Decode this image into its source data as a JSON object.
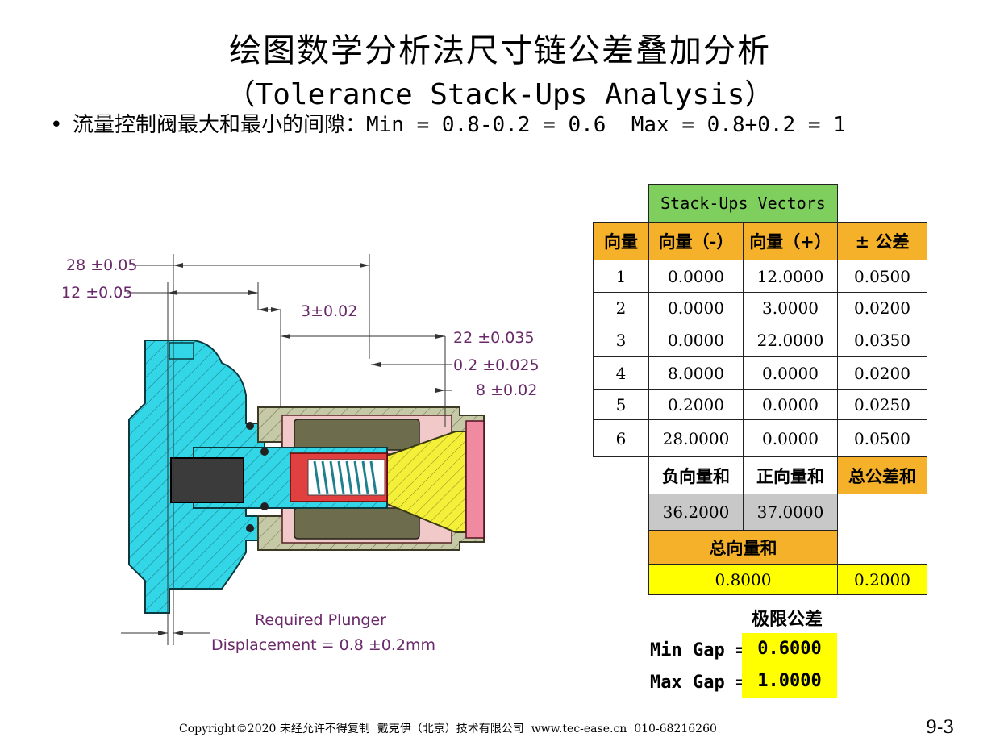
{
  "title": {
    "cn": "绘图数学分析法尺寸链公差叠加分析",
    "en": "（Tolerance Stack-Ups Analysis）"
  },
  "bullet": {
    "symbol": "•",
    "text": "流量控制阀最大和最小的间隙：Min = 0.8-0.2 = 0.6  Max = 0.8+0.2 = 1"
  },
  "drawing": {
    "dims": [
      "28 ±0.05",
      "12 ±0.05",
      "3±0.02",
      "22 ±0.035",
      "0.2 ±0.025",
      "8 ±0.02"
    ],
    "caption_line1": "Required Plunger",
    "caption_line2": "Displacement = 0.8 ±0.2mm"
  },
  "table": {
    "vectors_header": "Stack-Ups Vectors",
    "headers": [
      "向量",
      "向量（-）",
      "向量（+）",
      "± 公差"
    ],
    "rows": [
      [
        "1",
        "0.0000",
        "12.0000",
        "0.0500"
      ],
      [
        "2",
        "0.0000",
        "3.0000",
        "0.0200"
      ],
      [
        "3",
        "0.0000",
        "22.0000",
        "0.0350"
      ],
      [
        "4",
        "8.0000",
        "0.0000",
        "0.0200"
      ],
      [
        "5",
        "0.2000",
        "0.0000",
        "0.0250"
      ],
      [
        "6",
        "28.0000",
        "0.0000",
        "0.0500"
      ]
    ],
    "sum_labels": [
      "负向量和",
      "正向量和",
      "总公差和"
    ],
    "sum_values": [
      "36.2000",
      "37.0000"
    ],
    "total_label": "总向量和",
    "total_value": "0.8000",
    "total_tol": "0.2000",
    "limit_label": "极限公差",
    "min_label": "Min Gap =",
    "min_value": "0.6000",
    "max_label": "Max Gap =",
    "max_value": "1.0000"
  },
  "footer": "Copyright©2020 未经允许不得复制  戴克伊（北京）技术有限公司  www.tec-ease.cn  010-68216260",
  "page_number": "9-3"
}
